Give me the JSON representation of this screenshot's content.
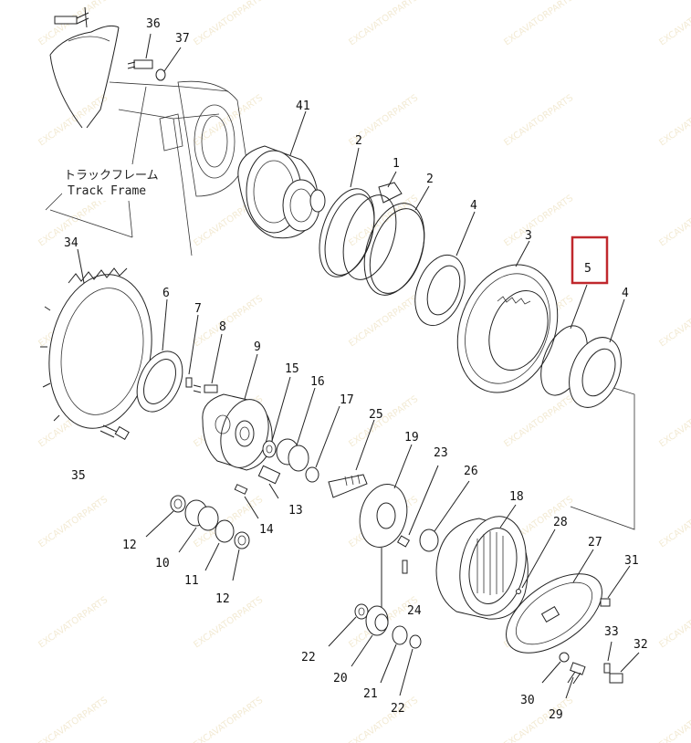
{
  "diagram": {
    "frame_label_jp": "トラックフレーム",
    "frame_label_en": "Track Frame",
    "highlight_color": "#c0282d",
    "watermark_text": "EXCAVATORPARTS",
    "parts": [
      {
        "id": "36"
      },
      {
        "id": "37"
      },
      {
        "id": "41"
      },
      {
        "id": "2a",
        "text": "2"
      },
      {
        "id": "1",
        "text": "1"
      },
      {
        "id": "2b",
        "text": "2"
      },
      {
        "id": "4a",
        "text": "4"
      },
      {
        "id": "3",
        "text": "3"
      },
      {
        "id": "5",
        "text": "5"
      },
      {
        "id": "4b",
        "text": "4"
      },
      {
        "id": "34",
        "text": "34"
      },
      {
        "id": "6",
        "text": "6"
      },
      {
        "id": "7",
        "text": "7"
      },
      {
        "id": "8",
        "text": "8"
      },
      {
        "id": "9",
        "text": "9"
      },
      {
        "id": "15",
        "text": "15"
      },
      {
        "id": "16",
        "text": "16"
      },
      {
        "id": "17",
        "text": "17"
      },
      {
        "id": "25",
        "text": "25"
      },
      {
        "id": "19",
        "text": "19"
      },
      {
        "id": "23",
        "text": "23"
      },
      {
        "id": "26",
        "text": "26"
      },
      {
        "id": "18",
        "text": "18"
      },
      {
        "id": "28",
        "text": "28"
      },
      {
        "id": "27",
        "text": "27"
      },
      {
        "id": "31",
        "text": "31"
      },
      {
        "id": "35",
        "text": "35"
      },
      {
        "id": "13",
        "text": "13"
      },
      {
        "id": "14",
        "text": "14"
      },
      {
        "id": "12a",
        "text": "12"
      },
      {
        "id": "10",
        "text": "10"
      },
      {
        "id": "11",
        "text": "11"
      },
      {
        "id": "12b",
        "text": "12"
      },
      {
        "id": "24",
        "text": "24"
      },
      {
        "id": "22a",
        "text": "22"
      },
      {
        "id": "20",
        "text": "20"
      },
      {
        "id": "21",
        "text": "21"
      },
      {
        "id": "22b",
        "text": "22"
      },
      {
        "id": "33",
        "text": "33"
      },
      {
        "id": "32",
        "text": "32"
      },
      {
        "id": "30",
        "text": "30"
      },
      {
        "id": "29",
        "text": "29"
      }
    ]
  }
}
